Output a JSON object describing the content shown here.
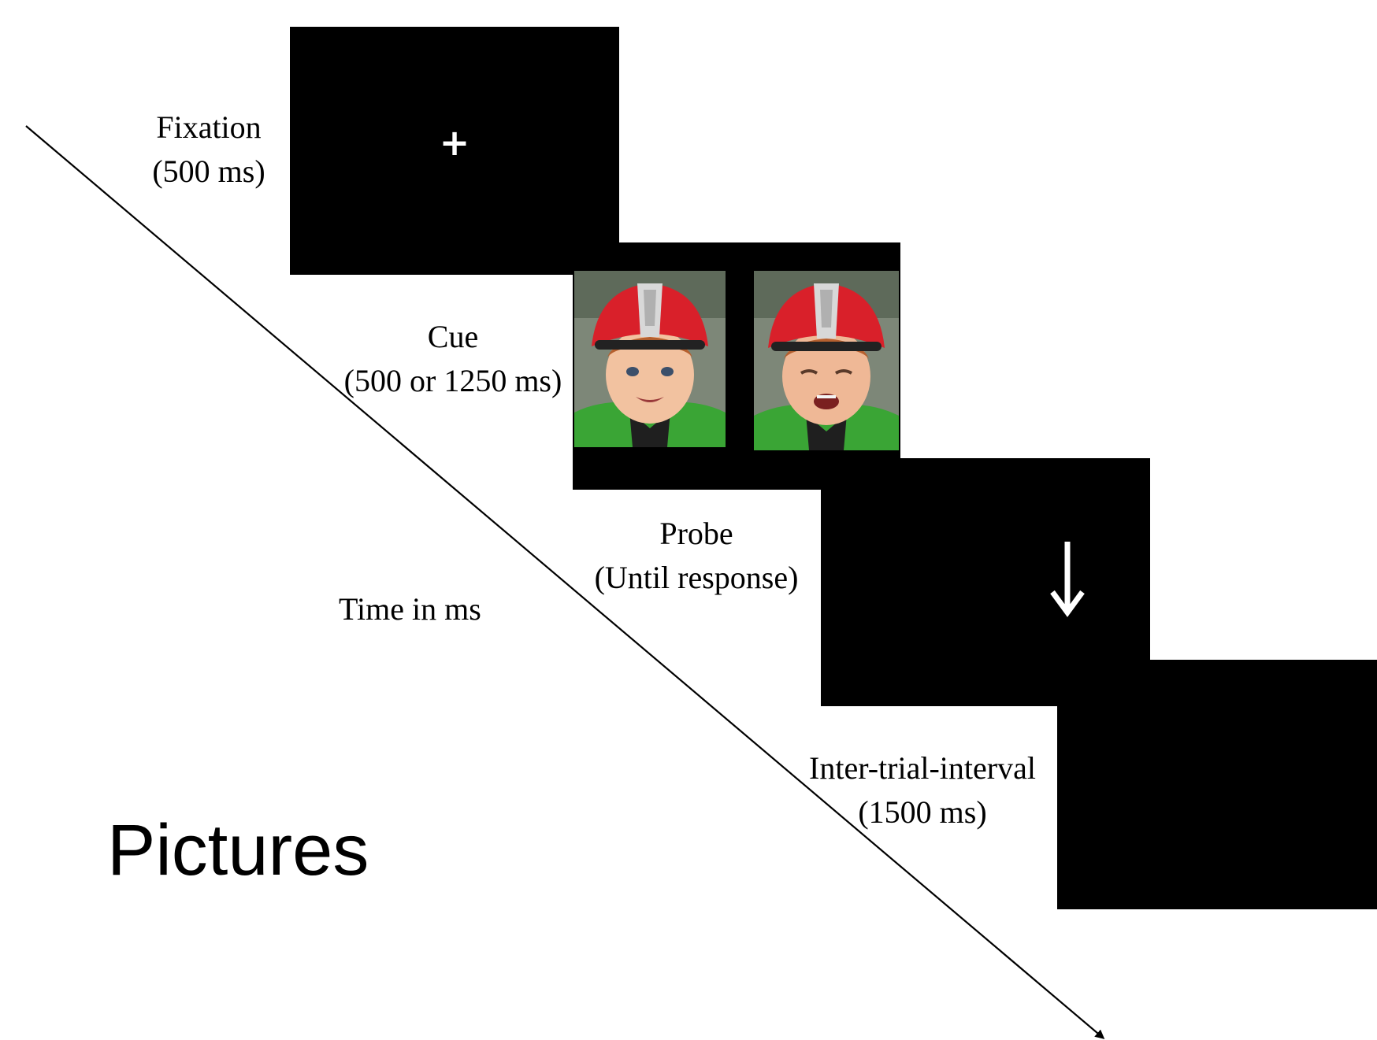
{
  "diagram": {
    "title": "Pictures",
    "axis_label": "Time in ms",
    "fixation_symbol": "+",
    "probe_symbol": "down-arrow",
    "stages": [
      {
        "name": "Fixation",
        "duration": "(500 ms)"
      },
      {
        "name": "Cue",
        "duration": "(500 or 1250 ms)"
      },
      {
        "name": "Probe",
        "duration": "(Until response)"
      },
      {
        "name": "Inter-trial-interval",
        "duration": "(1500 ms)"
      }
    ],
    "cue_images": [
      "happy-child-face",
      "crying-child-face"
    ],
    "colors": {
      "screen": "#000000",
      "symbol": "#ffffff",
      "helmet": "#d9202a",
      "jacket": "#3aa535"
    }
  }
}
